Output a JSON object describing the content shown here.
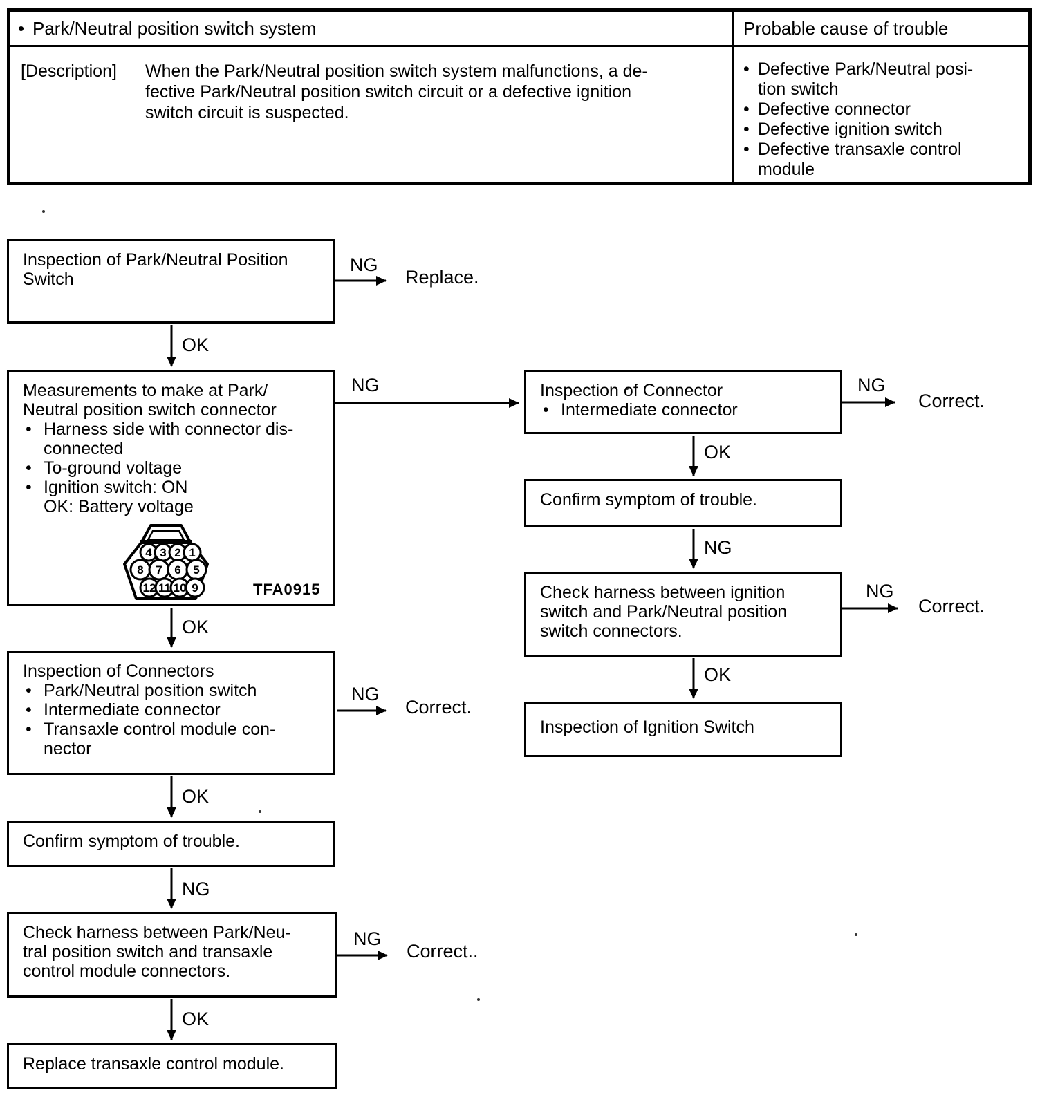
{
  "ui": {
    "bullet": "•"
  },
  "labels": {
    "ng": "NG",
    "ok": "OK",
    "replace": "Replace.",
    "correct": "Correct.",
    "correct_double": "Correct.."
  },
  "table": {
    "header_left_lines": [
      {
        "t": "Park/Neutral position switch system",
        "i": 1
      }
    ],
    "header_right": "Probable cause of trouble",
    "description_label": "[Description]",
    "description_lines": [
      {
        "t": "When the Park/Neutral position switch system malfunctions, a de-",
        "i": 0
      },
      {
        "t": "fective Park/Neutral position switch circuit or a defective ignition",
        "i": 0
      },
      {
        "t": "switch circuit is suspected.",
        "i": 0
      }
    ],
    "causes": [
      {
        "t": "Defective Park/Neutral posi-",
        "i": 1
      },
      {
        "t": "tion switch",
        "i": 2
      },
      {
        "t": "Defective connector",
        "i": 1
      },
      {
        "t": "Defective ignition switch",
        "i": 1
      },
      {
        "t": "Defective transaxle control",
        "i": 1
      },
      {
        "t": "module",
        "i": 2
      }
    ]
  },
  "flowchart": {
    "boxes": {
      "inspect_pnp_switch": {
        "lines": [
          {
            "t": "Inspection of Park/Neutral Position",
            "i": 0
          },
          {
            "t": "Switch",
            "i": 0
          }
        ]
      },
      "measurements": {
        "lines": [
          {
            "t": "Measurements to make at Park/",
            "i": 0
          },
          {
            "t": "Neutral position switch connector",
            "i": 0
          },
          {
            "t": "Harness side with connector dis-",
            "i": 1
          },
          {
            "t": "connected",
            "i": 2
          },
          {
            "t": "To-ground voltage",
            "i": 1
          },
          {
            "t": "Ignition switch: ON",
            "i": 1
          },
          {
            "t": "OK: Battery voltage",
            "i": 2
          }
        ]
      },
      "inspect_connectors": {
        "lines": [
          {
            "t": "Inspection of Connectors",
            "i": 0
          },
          {
            "t": "Park/Neutral position switch",
            "i": 1
          },
          {
            "t": "Intermediate connector",
            "i": 1
          },
          {
            "t": "Transaxle control module con-",
            "i": 1
          },
          {
            "t": "nector",
            "i": 2
          }
        ]
      },
      "confirm_symptom_left": {
        "lines": [
          {
            "t": "Confirm symptom of trouble.",
            "i": 0
          }
        ]
      },
      "check_harness_pnp_tcm": {
        "lines": [
          {
            "t": "Check harness between Park/Neu-",
            "i": 0
          },
          {
            "t": "tral position switch and transaxle",
            "i": 0
          },
          {
            "t": "control module connectors.",
            "i": 0
          }
        ]
      },
      "replace_tcm": {
        "lines": [
          {
            "t": "Replace transaxle control module.",
            "i": 0
          }
        ]
      },
      "inspect_connector_right": {
        "lines": [
          {
            "t": "Inspection of Connector",
            "i": 0
          },
          {
            "t": "Intermediate connector",
            "i": 1
          }
        ]
      },
      "confirm_symptom_right": {
        "lines": [
          {
            "t": "Confirm symptom of trouble.",
            "i": 0
          }
        ]
      },
      "check_harness_ign_pnp": {
        "lines": [
          {
            "t": "Check harness between ignition",
            "i": 0
          },
          {
            "t": "switch and Park/Neutral position",
            "i": 0
          },
          {
            "t": "switch connectors.",
            "i": 0
          }
        ]
      },
      "inspect_ignition_switch": {
        "lines": [
          {
            "t": "Inspection of Ignition Switch",
            "i": 0
          }
        ]
      }
    },
    "connector_figure": {
      "pins": [
        "4",
        "3",
        "2",
        "1",
        "8",
        "7",
        "6",
        "5",
        "12",
        "11",
        "10",
        "9"
      ],
      "code": "TFA0915"
    }
  }
}
